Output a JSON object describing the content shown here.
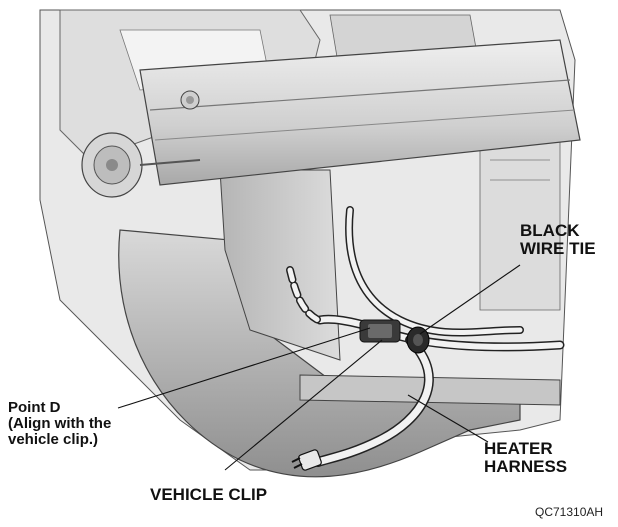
{
  "labels": {
    "black_wire_tie": [
      "BLACK",
      "WIRE TIE"
    ],
    "point_d": [
      "Point D",
      "(Align with the",
      "vehicle clip.)"
    ],
    "heater_harness": [
      "HEATER",
      "HARNESS"
    ],
    "vehicle_clip": "VEHICLE CLIP"
  },
  "figure_code": "QC71310AH",
  "colors": {
    "body_light": "#e6e6e6",
    "body_mid": "#c9c9c9",
    "body_dark": "#9a9a9a",
    "line": "#1a1a1a",
    "cable": "#f2f2f2",
    "tie": "#2a2a2a"
  }
}
